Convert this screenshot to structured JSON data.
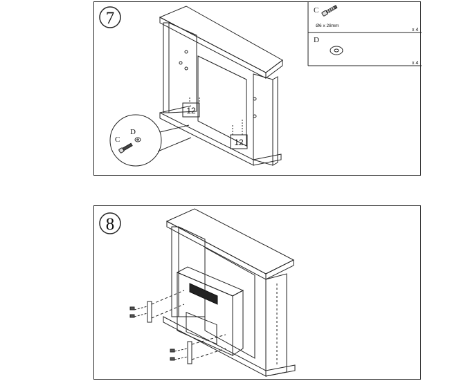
{
  "steps": [
    {
      "number": "7"
    },
    {
      "number": "8"
    }
  ],
  "parts": {
    "screw": {
      "letter": "C",
      "size": "Ø6 x 28mm",
      "quantity": "x 4",
      "icon": "screw-icon"
    },
    "washer": {
      "letter": "D",
      "quantity": "x 4",
      "icon": "washer-icon"
    }
  },
  "step7": {
    "detail_labels": {
      "screw": "C",
      "washer": "D"
    },
    "bracket_labels": [
      "12",
      "12"
    ]
  }
}
